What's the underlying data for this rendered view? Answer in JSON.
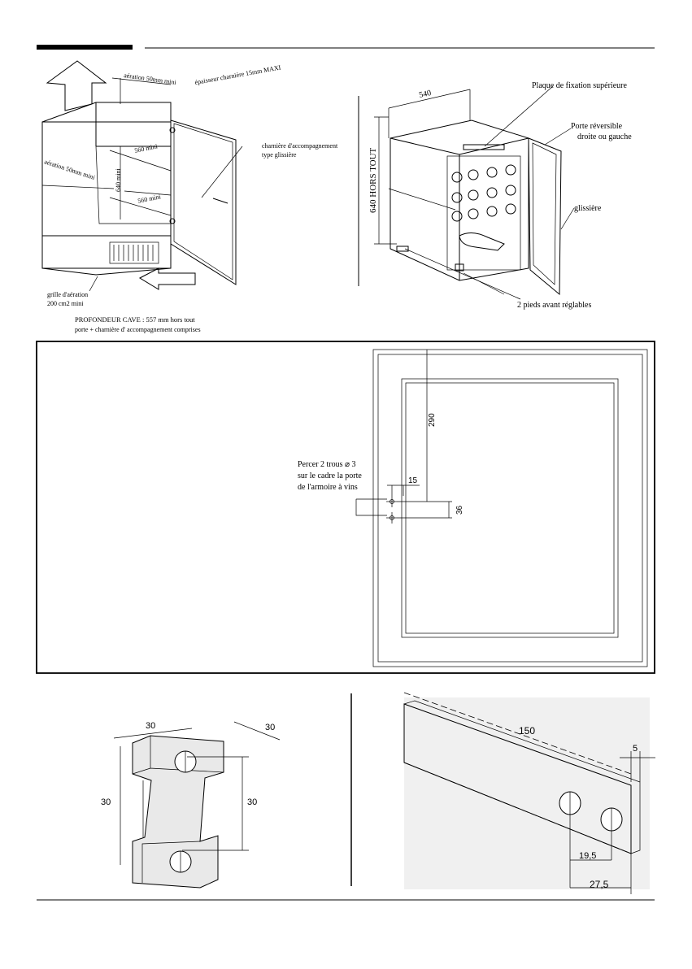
{
  "top_left": {
    "aeration_top": "aération 50mm mini",
    "epaisseur": "épaisseur charnière 15mm MAXI",
    "charniere": [
      "charnière d'accompagnement",
      "type glissière"
    ],
    "aeration_side": "aération 50mm mini",
    "dim_560_a": "560 mini",
    "dim_640": "640 mini",
    "dim_560_b": "560 mini",
    "grille": [
      "grille d'aération",
      "200 cm2 mini"
    ],
    "profondeur": [
      "PROFONDEUR CAVE : 557 mm  hors tout",
      "porte + charnière d' accompagnement comprises"
    ]
  },
  "top_right": {
    "dim_540": "540",
    "plaque": "Plaque de fixation supérieure",
    "porte": [
      "Porte réversible",
      "droite ou gauche"
    ],
    "glissiere": "glissière",
    "hors_tout": "640 HORS TOUT",
    "pieds": "2 pieds avant réglables"
  },
  "middle": {
    "percer": [
      "Percer 2 trous ⌀ 3",
      "sur le cadre la porte",
      "de l'armoire à vins"
    ],
    "dim_290": "290",
    "dim_15": "15",
    "dim_36": "36"
  },
  "bottom_left": {
    "dim_top_a": "30",
    "dim_top_b": "30",
    "dim_left": "30",
    "dim_right": "30"
  },
  "bottom_right": {
    "dim_150": "150",
    "dim_5": "5",
    "dim_19_5": "19,5",
    "dim_27_5": "27,5"
  }
}
